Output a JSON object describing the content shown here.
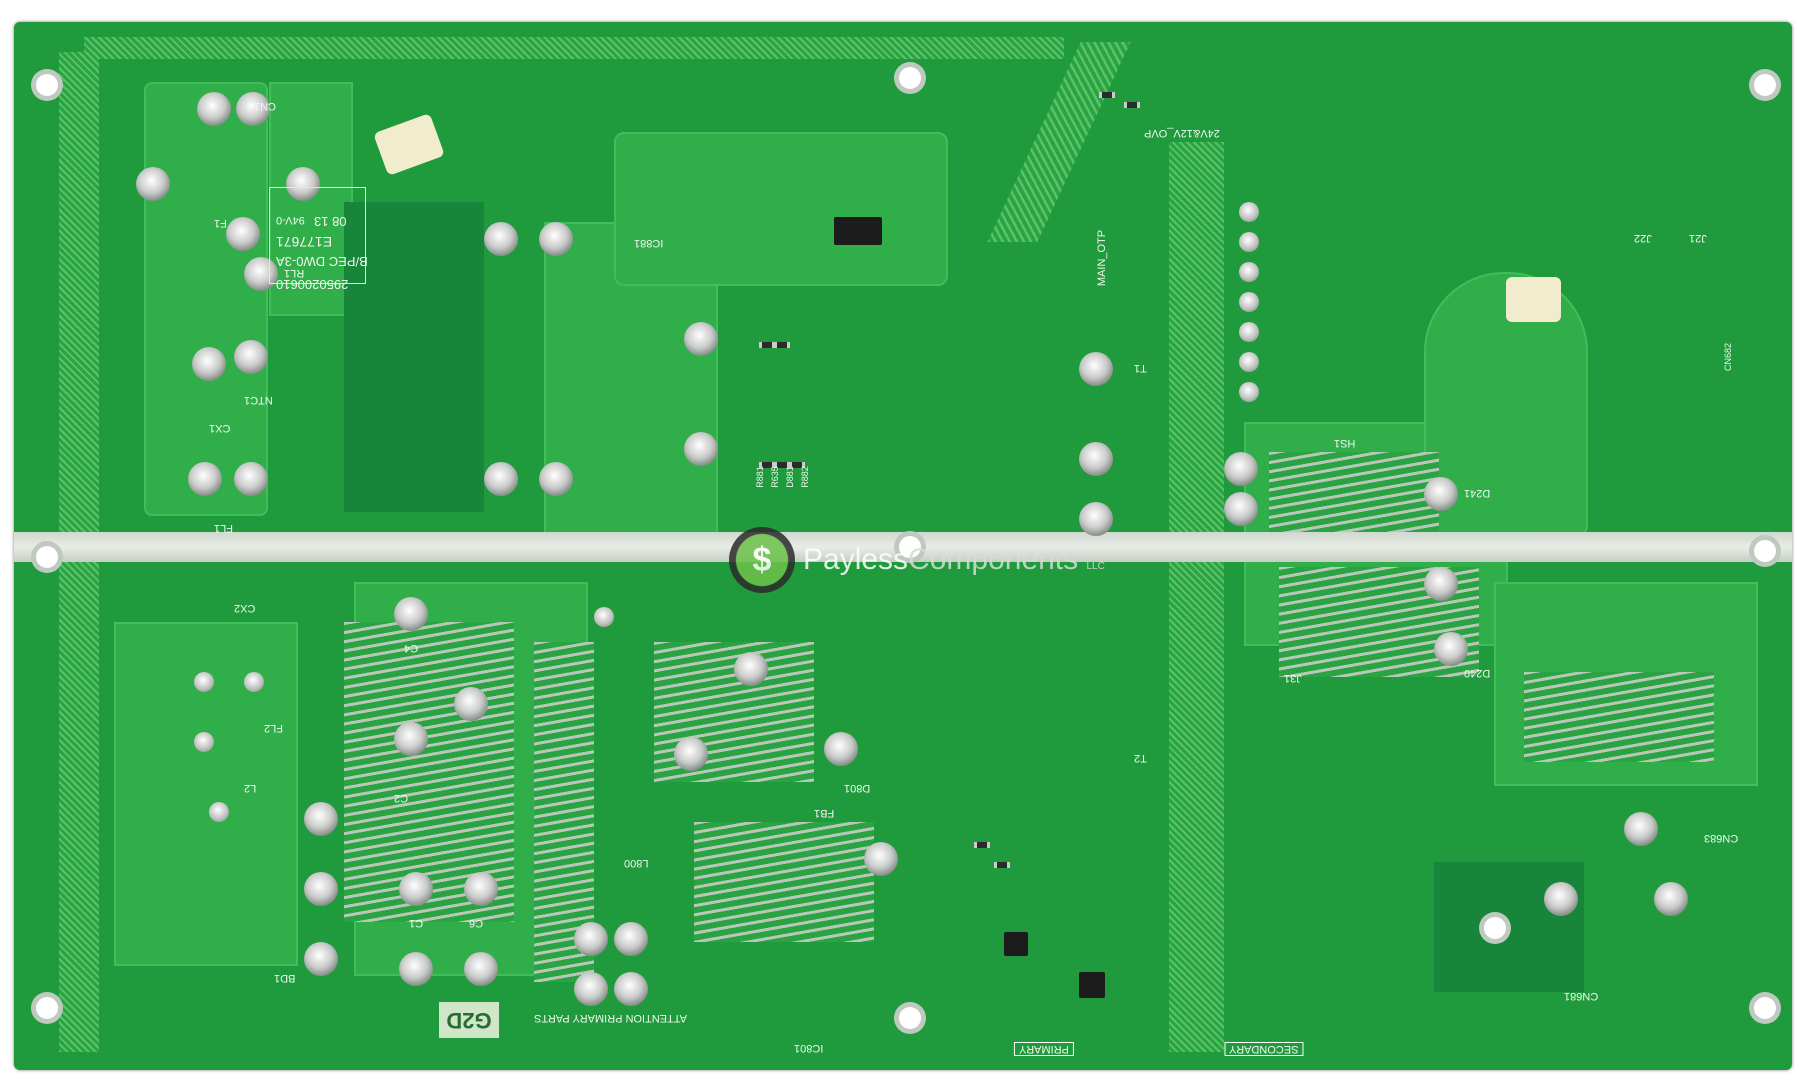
{
  "image": {
    "colors": {
      "board": "#1f9a3c",
      "copper_fill": "#2fae4a",
      "silkscreen": "#f2f7f0",
      "strip": "#dde3dc"
    }
  },
  "silkscreen": {
    "part_number": "2950200610",
    "maker": "B/PEC DW0-3A",
    "ul": "E177671",
    "rating": "94V-0",
    "date": "08 13",
    "model_box": "G2D",
    "attention": "ATTENTION  PRIMARY PARTS",
    "primary": "PRIMARY",
    "secondary": "SECONDARY",
    "ovp": "24V&12V_OVP",
    "main_otp": "MAIN_OTP",
    "labels": [
      "RL1",
      "F1",
      "NTC1",
      "CX1",
      "FL1",
      "CX2",
      "FL2",
      "L2",
      "BD1",
      "C1",
      "C6",
      "C2",
      "C4",
      "L800",
      "FB1",
      "R881",
      "R635",
      "D881",
      "R882",
      "D801",
      "CN1",
      "CN681",
      "CN682",
      "CN683",
      "T1",
      "T2",
      "HS1",
      "J31",
      "J21",
      "J22",
      "D241",
      "D240",
      "IC881",
      "IC801"
    ]
  },
  "watermark": {
    "brand_a": "Payless",
    "brand_b": "Components",
    "suffix": "LLC",
    "logo_glyph": "$"
  }
}
